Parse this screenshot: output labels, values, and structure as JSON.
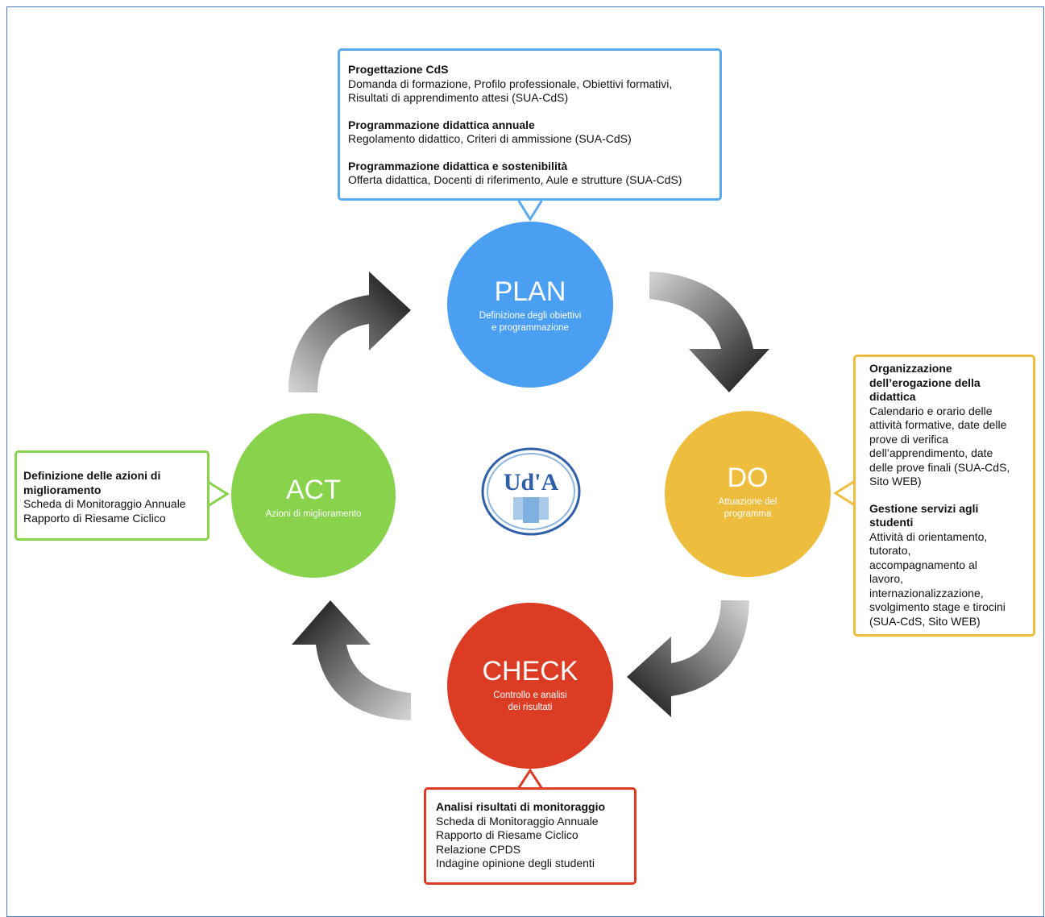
{
  "colors": {
    "plan": "#4a9ff2",
    "do": "#efbd3e",
    "check": "#dc3c24",
    "act": "#88d24c",
    "frame": "#4a7cc4"
  },
  "plan": {
    "title": "PLAN",
    "subtitle": "Definizione degli obiettivi\ne programmazione"
  },
  "do": {
    "title": "DO",
    "subtitle": "Attuazione del\nprogramma"
  },
  "check": {
    "title": "CHECK",
    "subtitle": "Controllo e analisi\ndei risultati"
  },
  "act": {
    "title": "ACT",
    "subtitle": "Azioni di miglioramento"
  },
  "plan_box": {
    "sections": [
      {
        "heading": "Progettazione CdS",
        "text": "Domanda di formazione, Profilo professionale, Obiettivi formativi,\nRisultati di apprendimento attesi (SUA-CdS)"
      },
      {
        "heading": "Programmazione didattica annuale",
        "text": "Regolamento didattico, Criteri di ammissione (SUA-CdS)"
      },
      {
        "heading": "Programmazione didattica e sostenibilità",
        "text": "Offerta didattica, Docenti di riferimento, Aule e strutture (SUA-CdS)"
      }
    ]
  },
  "do_box": {
    "sections": [
      {
        "heading": "Organizzazione\ndell’erogazione della\ndidattica",
        "text": "Calendario e orario delle\nattività formative, date delle\nprove di verifica\ndell’apprendimento, date\ndelle prove finali (SUA-CdS,\nSito WEB)"
      },
      {
        "heading": "Gestione servizi agli\nstudenti",
        "text": "Attività di orientamento,\ntutorato,\naccompagnamento al\nlavoro,\ninternazionalizzazione,\nsvolgimento stage e tirocini\n(SUA-CdS, Sito WEB)"
      }
    ]
  },
  "act_box": {
    "heading": "Definizione delle azioni di\nmiglioramento",
    "text": "Scheda di Monitoraggio Annuale\nRapporto di Riesame Ciclico"
  },
  "check_box": {
    "heading": "Analisi risultati di monitoraggio",
    "text": "Scheda di Monitoraggio Annuale\nRapporto di Riesame Ciclico\nRelazione CPDS\nIndagine opinione degli studenti"
  },
  "logo": {
    "text": "Ud'A",
    "icon": "university-logo-icon"
  }
}
